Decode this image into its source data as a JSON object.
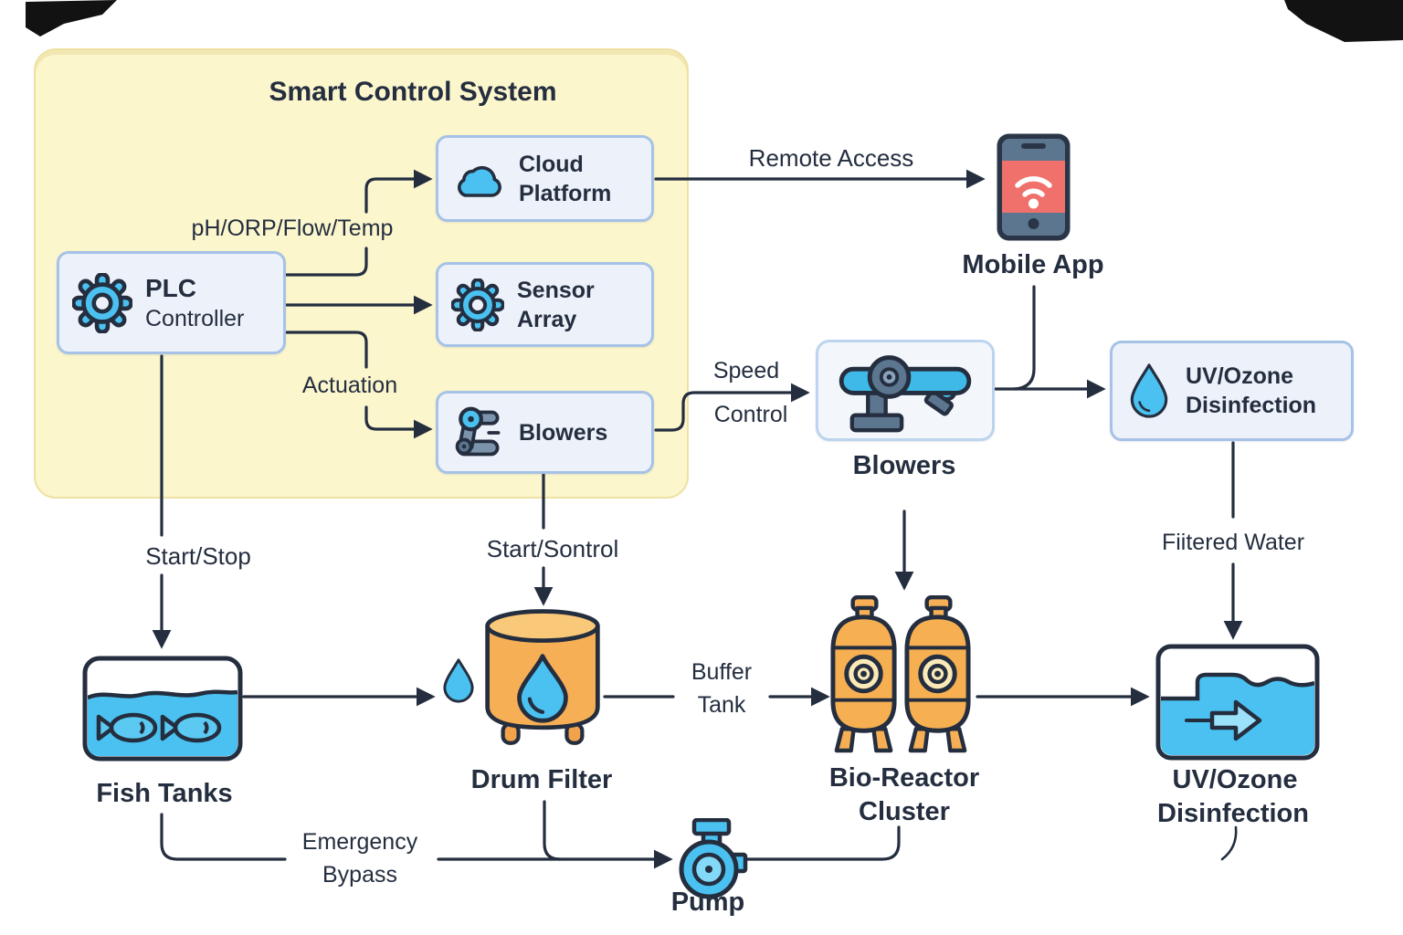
{
  "panel": {
    "title": "Smart Control System"
  },
  "boxes": {
    "plc": {
      "l1": "PLC",
      "l2": "Controller"
    },
    "cloud": {
      "l1": "Cloud",
      "l2": "Platform"
    },
    "sensor": {
      "l1": "Sensor",
      "l2": "Array"
    },
    "blowers": {
      "l1": "Blowers"
    },
    "uv": {
      "l1": "UV/Ozone",
      "l2": "Disinfection"
    }
  },
  "captions": {
    "mobile": "Mobile App",
    "blowers": "Blowers",
    "fish": "Fish Tanks",
    "drum": "Drum Filter",
    "bio1": "Bio-Reactor",
    "bio2": "Cluster",
    "uv1": "UV/Ozone",
    "uv2": "Disinfection",
    "pump": "Pump"
  },
  "edges": {
    "sensors": "pH/ORP/Flow/Temp",
    "actuation": "Actuation",
    "remote": "Remote Access",
    "speed1": "Speed",
    "speed2": "Control",
    "startstop": "Start/Stop",
    "startcontrol": "Start/Sontrol",
    "buffer1": "Buffer",
    "buffer2": "Tank",
    "filtered": "Fiitered Water",
    "bypass1": "Emergency",
    "bypass2": "Bypass",
    "pump_feed": "Pump"
  },
  "colors": {
    "ink": "#242E3F",
    "cyan": "#4AC1F0",
    "cyan_light": "#9BE1FA",
    "orange": "#F6AF55",
    "orange_light": "#F9C878",
    "cream": "#FBE9B8",
    "red": "#F0716B",
    "slate": "#5C7690",
    "slate_dark": "#2A3648",
    "panel_yellow": "#FCF6CD",
    "panel_border": "#EFE1A2",
    "box_fill": "#EDF2FA",
    "box_border": "#A6C2E7"
  }
}
